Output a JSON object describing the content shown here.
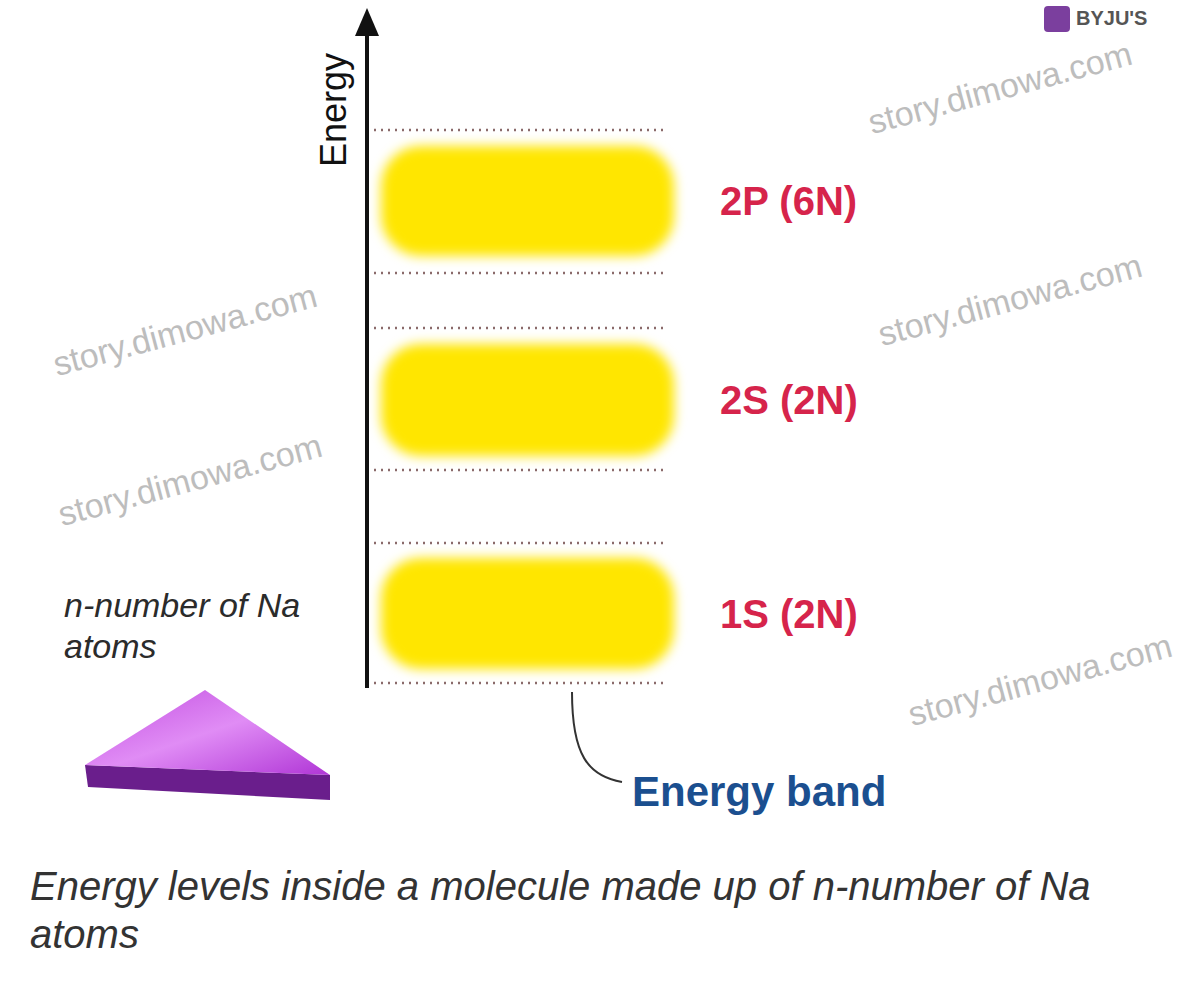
{
  "diagram": {
    "caption": "Energy levels inside a molecule made up of n-number of Na atoms",
    "nodes": [
      {
        "text": [
          "2P (6N)"
        ]
      },
      {
        "text": [
          "2S (2N)"
        ]
      },
      {
        "text": [
          "1S (2N)"
        ]
      },
      {
        "text": [
          "n-number of Na atoms"
        ]
      }
    ],
    "labels": [
      "BYJU'S",
      "Energy",
      "Energy band",
      "story.dimowa.com",
      "story.dimowa.com",
      "story.dimowa.com",
      "story.dimowa.com",
      "story.dimowa.com"
    ]
  }
}
